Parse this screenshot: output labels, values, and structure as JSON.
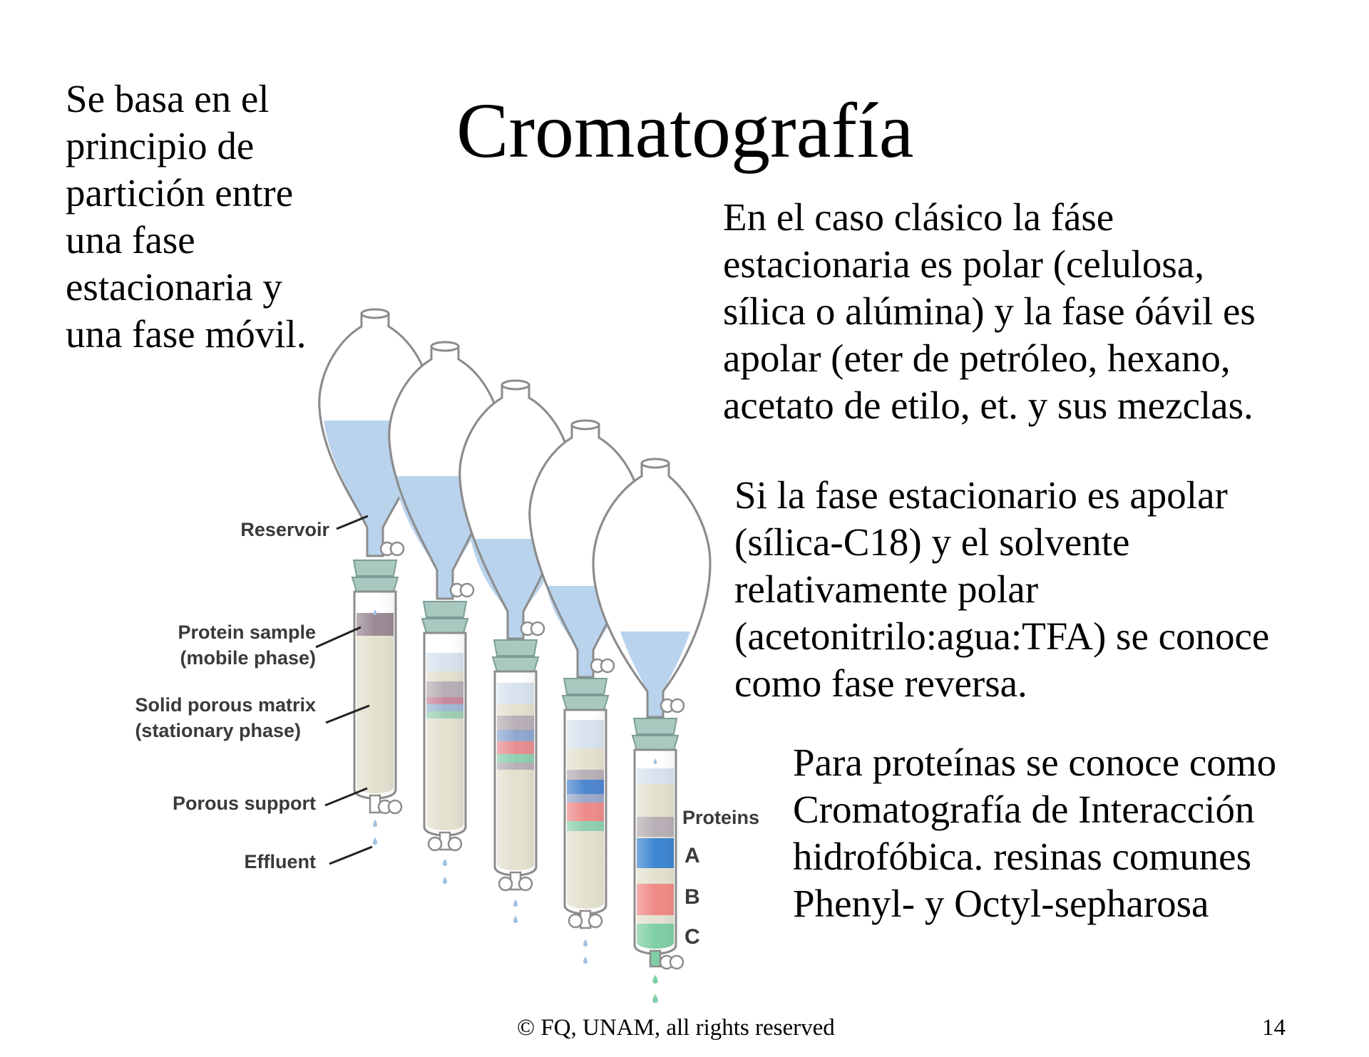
{
  "slide": {
    "title": "Cromatografía",
    "left_text": "Se basa en el\nprincipio de\npartición entre\nuna fase\nestacionaria y\nuna fase móvil.",
    "right_text_1": "En el caso clásico la fáse\nestacionaria es polar (celulosa,\nsílica o alúmina) y la fase óávil es\napolar (eter de petróleo, hexano,\nacetato de etilo, et. y sus mezclas.",
    "right_text_2": "Si la fase estacionario es apolar\n(sílica-C18) y el solvente\nrelativamente polar\n(acetonitrilo:agua:TFA) se conoce\ncomo fase reversa.",
    "right_text_3": "Para proteínas se conoce como\nCromatografía de Interacción\nhidrofóbica. resinas comunes\nPhenyl- y Octyl-sepharosa",
    "footer": "© FQ, UNAM, all rights reserved",
    "page_number": "14"
  },
  "figure": {
    "labels": {
      "reservoir": "Reservoir",
      "protein_sample_1": "Protein sample",
      "protein_sample_2": "(mobile phase)",
      "matrix_1": "Solid porous matrix",
      "matrix_2": "(stationary phase)",
      "porous_support": "Porous support",
      "effluent": "Effluent",
      "proteins": "Proteins",
      "protein_a": "A",
      "protein_b": "B",
      "protein_c": "C"
    },
    "colors": {
      "solvent": "#b9d3ec",
      "matrix": "#e4e1cf",
      "glass": "#8c8c8c",
      "stopper": "#a9c8c0",
      "protein_a": "#3d86d1",
      "protein_b": "#f08a86",
      "protein_c": "#7fcfa5",
      "sample": "#9b8a94"
    }
  }
}
